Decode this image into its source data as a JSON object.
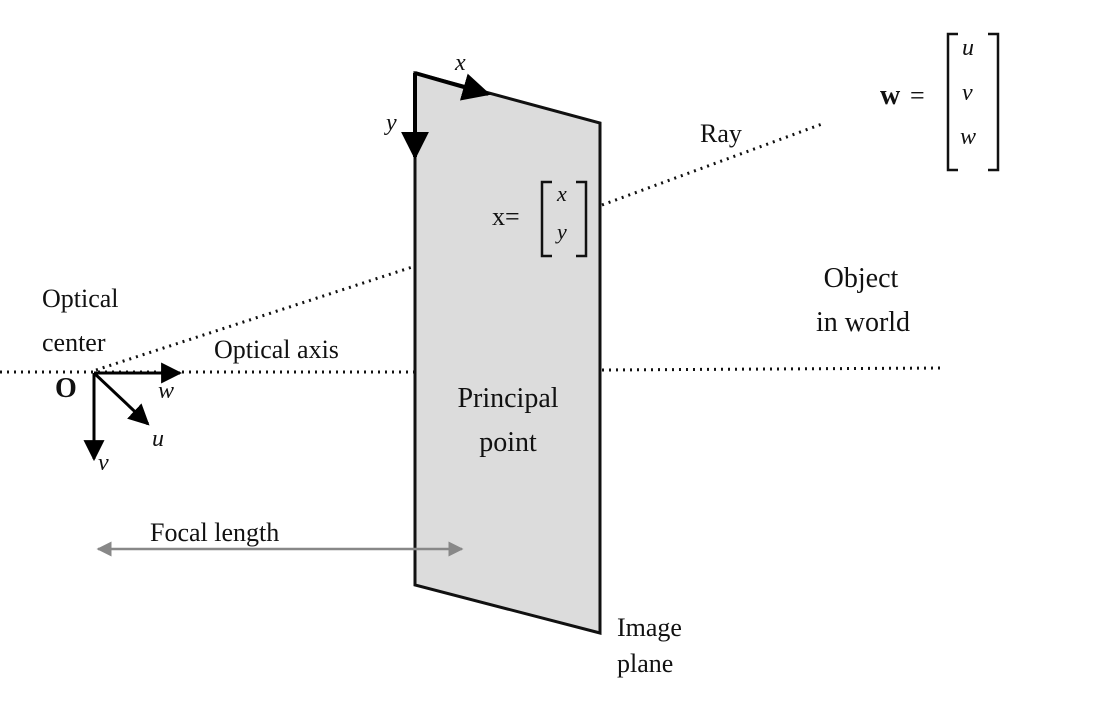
{
  "labels": {
    "ray": "Ray",
    "optical_center_1": "Optical",
    "optical_center_2": "center",
    "optical_axis": "Optical axis",
    "origin": "O",
    "object_1": "Object",
    "object_2": "in world",
    "principal_1": "Principal",
    "principal_2": "point",
    "focal_length": "Focal length",
    "image_plane_1": "Image",
    "image_plane_2": "plane"
  },
  "image_axes": {
    "x": "x",
    "y": "y"
  },
  "camera_axes": {
    "u": "u",
    "v": "v",
    "w": "w"
  },
  "image_point": {
    "prefix": "x=",
    "x": "x",
    "y": "y"
  },
  "world_point": {
    "prefix": "w",
    "equals": "=",
    "u": "u",
    "v": "v",
    "w": "w"
  }
}
